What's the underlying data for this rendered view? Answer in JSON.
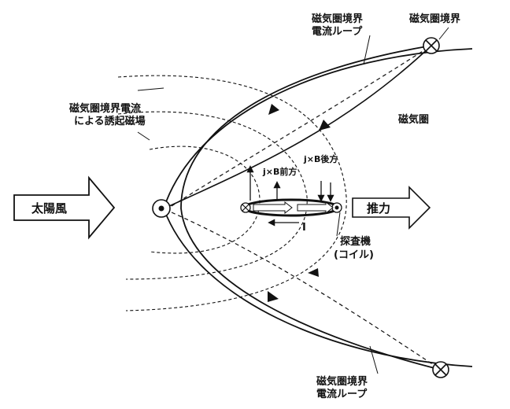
{
  "labels": {
    "boundary_top_right": "磁気圏境界",
    "boundary_loop_top_1": "磁気圏境界",
    "boundary_loop_top_2": "電流ループ",
    "boundary_current_field_1": "磁気圏境界電流",
    "boundary_current_field_2": "による誘起磁場",
    "magnetosphere": "磁気圏",
    "force_rear": "j×B後方",
    "force_front": "j×B前方",
    "solar_wind": "太陽風",
    "thrust": "推力",
    "current_I": "I",
    "probe_1": "探査機",
    "probe_2": "(コイル)",
    "boundary_loop_bottom_1": "磁気圏境界",
    "boundary_loop_bottom_2": "電流ループ"
  },
  "colors": {
    "ink": "#111111",
    "background": "#ffffff"
  }
}
